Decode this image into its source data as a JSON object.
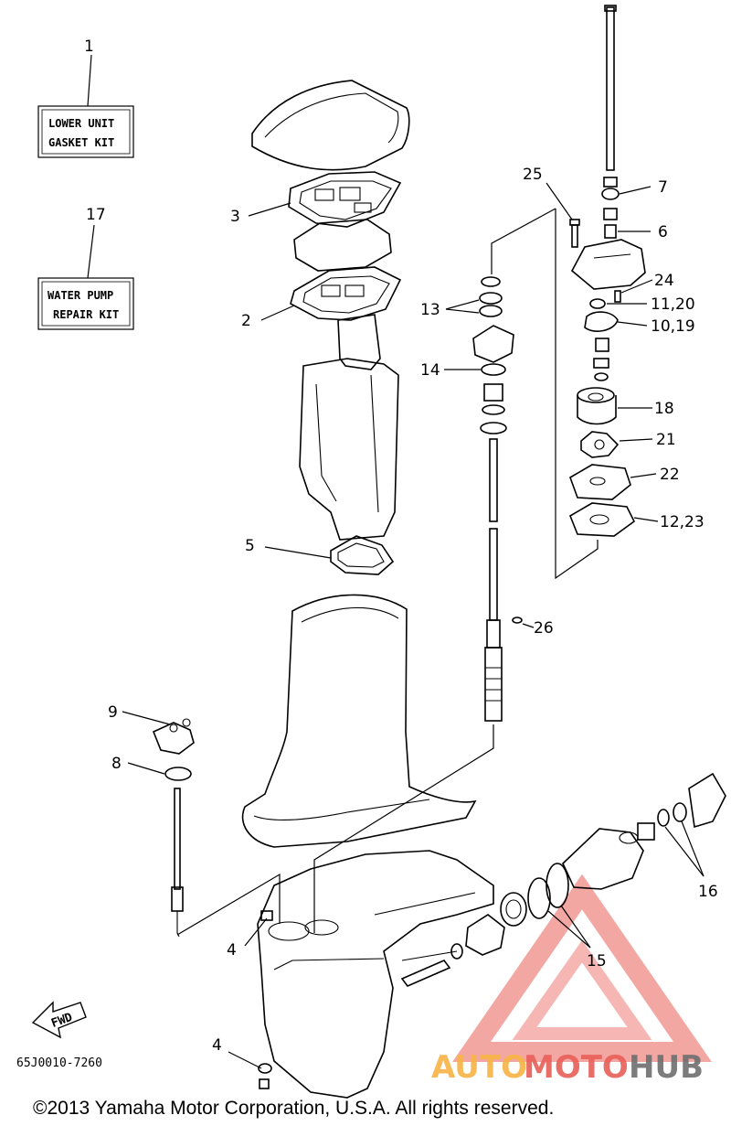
{
  "diagram": {
    "callouts": {
      "c1": "1",
      "c17": "17",
      "c2": "2",
      "c3": "3",
      "c4a": "4",
      "c4b": "4",
      "c5": "5",
      "c6": "6",
      "c7": "7",
      "c8": "8",
      "c9": "9",
      "c10": "10,19",
      "c11": "11,20",
      "c12": "12,23",
      "c13": "13",
      "c14": "14",
      "c15": "15",
      "c16": "16",
      "c18": "18",
      "c21": "21",
      "c22": "22",
      "c24": "24",
      "c25": "25",
      "c26": "26"
    },
    "kits": {
      "lower_unit_line1": "LOWER UNIT",
      "lower_unit_line2": "GASKET KIT",
      "water_pump_line1": "WATER PUMP",
      "water_pump_line2": "REPAIR KIT"
    },
    "fwd_label": "FWD",
    "reference_code": "65J0010-7260",
    "copyright": "©2013 Yamaha Motor Corporation, U.S.A. All rights reserved.",
    "watermark": {
      "part1": "AUTO",
      "part2": "MOTO",
      "part3": "HUB",
      "colors": {
        "orange": "#f5a623",
        "red": "#e4433b",
        "dark": "#555555"
      }
    }
  }
}
